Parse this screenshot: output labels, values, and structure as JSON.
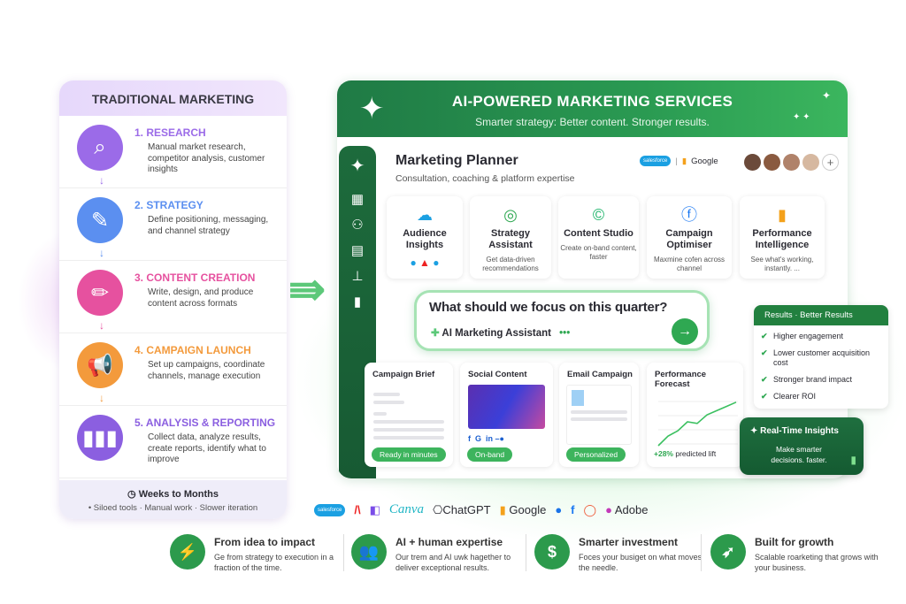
{
  "traditional": {
    "title": "TRADITIONAL MARKETING",
    "steps": [
      {
        "title": "1. RESEARCH",
        "desc": "Manual market research, competitor analysis, customer insights",
        "color": "#9b6be8",
        "icon": "search-icon"
      },
      {
        "title": "2. STRATEGY",
        "desc": "Define positioning, messaging, and channel strategy",
        "color": "#5b8ff0",
        "icon": "clipboard-icon"
      },
      {
        "title": "3. CONTENT CREATION",
        "desc": "Write, design, and produce content across formats",
        "color": "#e6519f",
        "icon": "pencil-icon"
      },
      {
        "title": "4. CAMPAIGN LAUNCH",
        "desc": "Set up campaigns, coordinate channels, manage execution",
        "color": "#f39a3c",
        "icon": "megaphone-icon"
      },
      {
        "title": "5. ANALYSIS & REPORTING",
        "desc": "Collect data, analyze results, create reports, identify what to improve",
        "color": "#8b5fe0",
        "icon": "bar-chart-icon"
      }
    ],
    "footer_title": "Weeks to Months",
    "footer_sub": "• Siloed tools · Manual work · Slower iteration"
  },
  "ai": {
    "title": "AI-POWERED MARKETING SERVICES",
    "subtitle": "Smarter strategy: Better content. Stronger results.",
    "planner_title": "Marketing Planner",
    "planner_sub": "Consultation, coaching & platform expertise",
    "partner1": "salesforce",
    "partner2": "Google",
    "add": "+",
    "tools": [
      {
        "name": "Audience Insights",
        "desc": ""
      },
      {
        "name": "Strategy Assistant",
        "desc": "Get data-driven recommendations"
      },
      {
        "name": "Content Studio",
        "desc": "Create on-band content, faster"
      },
      {
        "name": "Campaign Optimiser",
        "desc": "Maxmine cofen across channel"
      },
      {
        "name": "Performance Intelligence",
        "desc": "See what's working, instantly. ..."
      }
    ],
    "query": "What should we focus on this quarter?",
    "assistant": "AI Marketing Assistant",
    "dots": "•••",
    "cards": [
      {
        "name": "Campaign Brief",
        "pill": "Ready in minutes"
      },
      {
        "name": "Social Content",
        "pill": "On-band"
      },
      {
        "name": "Email Campaign",
        "pill": "Personalized"
      },
      {
        "name": "Performance Forecast",
        "lift": "+28%",
        "lift_text": " predicted lift"
      }
    ],
    "forecast_trend": [
      0,
      18,
      28,
      45,
      42,
      58,
      66,
      74,
      82
    ],
    "results_title": "Results  ·  Better Results",
    "results": [
      "Higher engagement",
      "Lower customer acquisition cost",
      "Stronger brand impact",
      "Clearer ROI"
    ],
    "rti_title": "Real-Time Insights",
    "rti_desc": "Make smarter decisions. faster."
  },
  "logos": [
    "salesforce",
    "Canva",
    "ChatGPT",
    "Google",
    "Adobe"
  ],
  "features": [
    {
      "title": "From idea to impact",
      "desc": "Ge from strategy to execution in a fraction of the time.",
      "icon": "lightning-icon"
    },
    {
      "title": "AI + human expertise",
      "desc": "Our trem and AI uwk hagether to deliver exceptional results.",
      "icon": "people-icon"
    },
    {
      "title": "Smarter investment",
      "desc": "Foces your busiget on what moves the needle.",
      "icon": "dollar-icon"
    },
    {
      "title": "Built for growth",
      "desc": "Scalable roarketing that grows with your business.",
      "icon": "rocket-icon"
    }
  ],
  "colors": {
    "green": "#2fa852",
    "dark_green": "#1d6b3c",
    "purple": "#9b6be8"
  }
}
